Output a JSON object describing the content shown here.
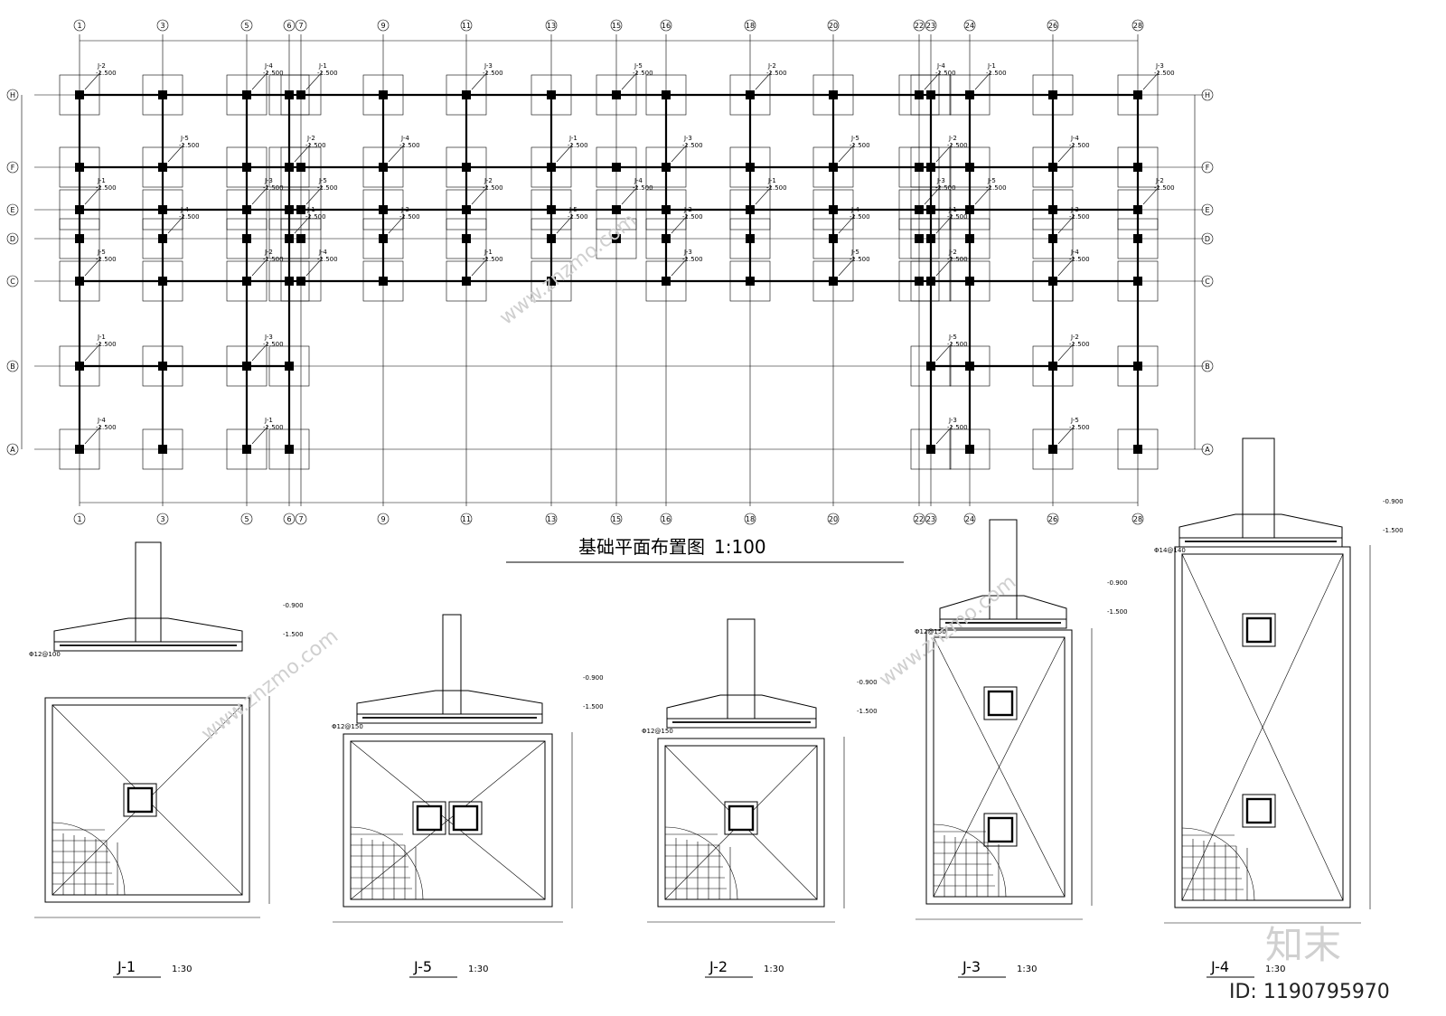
{
  "plan": {
    "title": "基础平面布置图",
    "scale": "1:100",
    "axes_x": [
      "1",
      "3",
      "5",
      "6",
      "7",
      "9",
      "11",
      "13",
      "15",
      "16",
      "18",
      "20",
      "22",
      "23",
      "24",
      "26",
      "28"
    ],
    "axes_y": [
      "H",
      "F",
      "E",
      "D",
      "C",
      "B",
      "A"
    ],
    "footing_tags": [
      "J-1",
      "J-2",
      "J-3",
      "J-4",
      "J-5"
    ],
    "elevation_tag": "-1.500"
  },
  "details": [
    {
      "label": "J-1",
      "scale": "1:30",
      "top_elev": "-0.900",
      "bottom_elev": "-1.500",
      "rebar": "Φ12@100"
    },
    {
      "label": "J-5",
      "scale": "1:30",
      "top_elev": "-0.900",
      "bottom_elev": "-1.500",
      "rebar": "Φ12@150"
    },
    {
      "label": "J-2",
      "scale": "1:30",
      "top_elev": "-0.900",
      "bottom_elev": "-1.500",
      "rebar": "Φ12@150"
    },
    {
      "label": "J-3",
      "scale": "1:30",
      "top_elev": "-0.900",
      "bottom_elev": "-1.500",
      "rebar": "Φ12@150"
    },
    {
      "label": "J-4",
      "scale": "1:30",
      "top_elev": "-0.900",
      "bottom_elev": "-1.500",
      "rebar": "Φ14@140"
    }
  ],
  "watermark": {
    "site": "www.znzmo.com",
    "brand": "知末",
    "id_text": "ID: 1190795970"
  }
}
